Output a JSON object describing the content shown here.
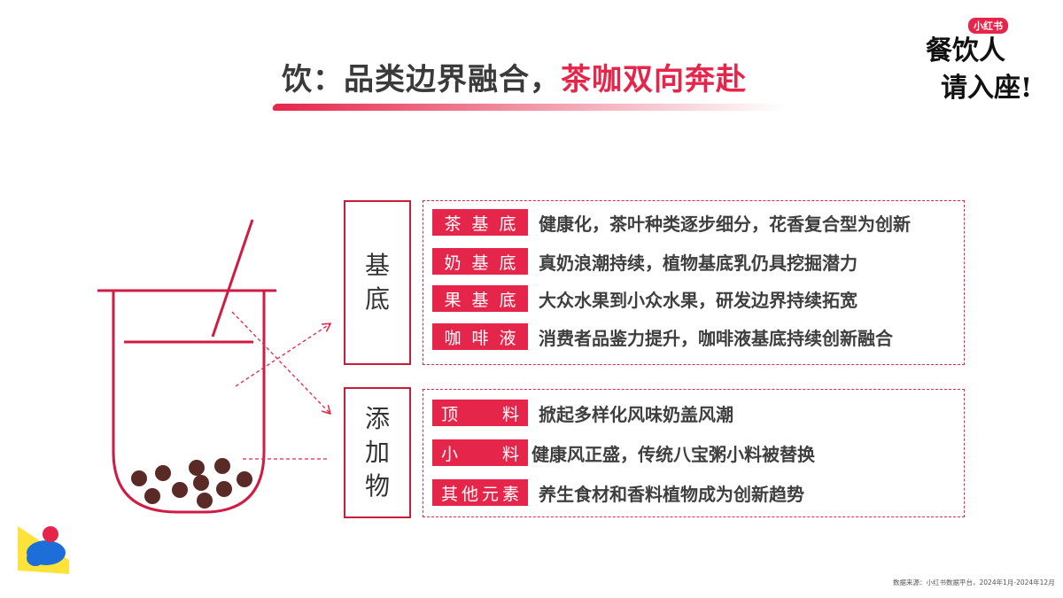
{
  "title": {
    "part1": "饮：品类边界融合，",
    "part2": "茶咖双向奔赴"
  },
  "brand": {
    "badge": "小红书",
    "line1": "餐饮人",
    "line2": "请入座!"
  },
  "categories": {
    "base": {
      "chars": [
        "基",
        "底"
      ]
    },
    "additive": {
      "chars": [
        "添",
        "加",
        "物"
      ]
    }
  },
  "base_rows": [
    {
      "tag": "茶基底",
      "desc": "健康化，茶叶种类逐步细分，花香复合型为创新"
    },
    {
      "tag": "奶基底",
      "desc": "真奶浪潮持续，植物基底乳仍具挖掘潜力"
    },
    {
      "tag": "果基底",
      "desc": "大众水果到小众水果，研发边界持续拓宽"
    },
    {
      "tag": "咖啡液",
      "desc": "消费者品鉴力提升，咖啡液基底持续创新融合"
    }
  ],
  "additive_rows": [
    {
      "tag": [
        "顶",
        "料"
      ],
      "desc": "掀起多样化风味奶盖风潮"
    },
    {
      "tag": [
        "小",
        "料"
      ],
      "desc": "健康风正盛，传统八宝粥小料被替换"
    },
    {
      "tag": "其他元素",
      "desc": "养生食材和香料植物成为创新趋势"
    }
  ],
  "source_note": "数据来源：小红书数据平台，2024年1月-2024年12月",
  "colors": {
    "accent": "#e5264a",
    "text": "#3a3a3a",
    "cup": "#d01c44",
    "pearl": "#5a2a26"
  }
}
